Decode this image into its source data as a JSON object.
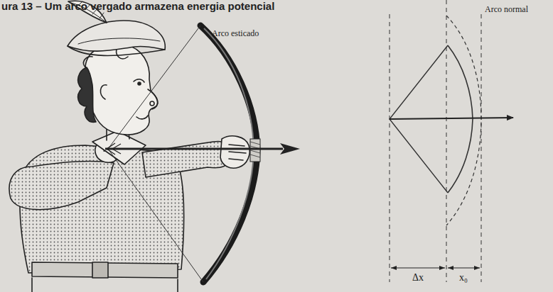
{
  "diagram": {
    "title": "ura 13 – Um arco vergado armazena energia potencial",
    "labels": [
      "Arco esticado",
      "Arco normal",
      "Δx",
      "x₀"
    ]
  }
}
